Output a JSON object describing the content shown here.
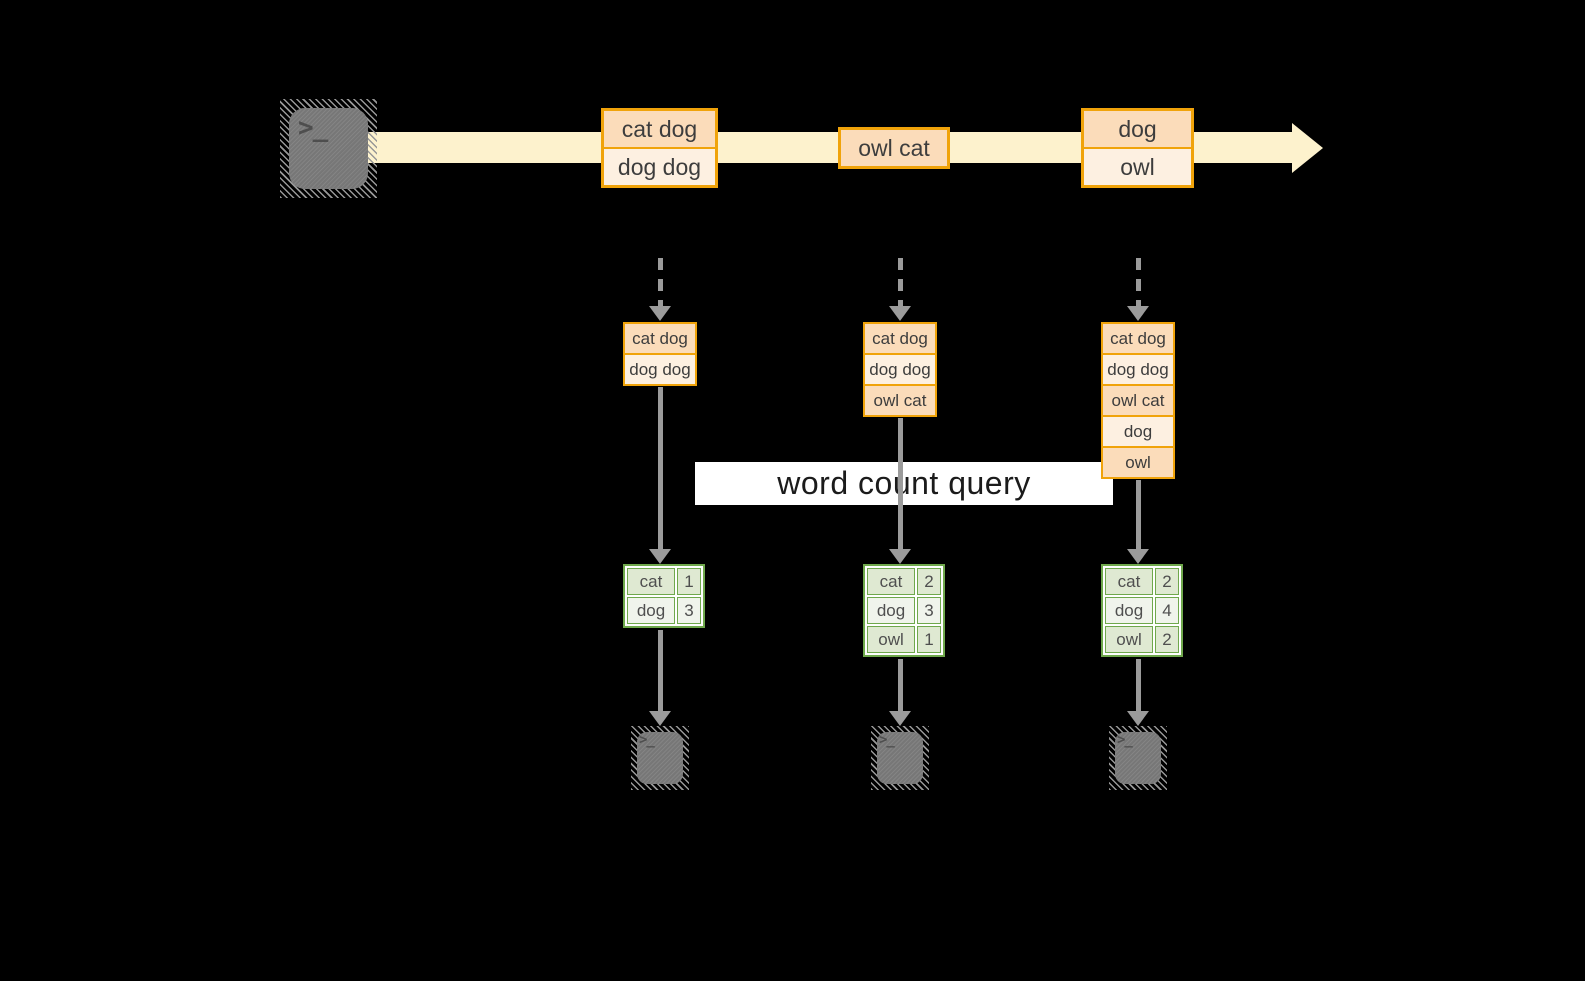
{
  "diagram": {
    "query_label": "word count query",
    "stream": {
      "glyph": ">_",
      "batches": [
        {
          "lines": [
            "cat dog",
            "dog dog"
          ]
        },
        {
          "lines": [
            "owl cat"
          ]
        },
        {
          "lines": [
            "dog",
            "owl"
          ]
        }
      ]
    },
    "columns": [
      {
        "state_rows": [
          "cat dog",
          "dog dog"
        ],
        "result": [
          {
            "word": "cat",
            "count": "1"
          },
          {
            "word": "dog",
            "count": "3"
          }
        ]
      },
      {
        "state_rows": [
          "cat dog",
          "dog dog",
          "owl cat"
        ],
        "result": [
          {
            "word": "cat",
            "count": "2"
          },
          {
            "word": "dog",
            "count": "3"
          },
          {
            "word": "owl",
            "count": "1"
          }
        ]
      },
      {
        "state_rows": [
          "cat dog",
          "dog dog",
          "owl cat",
          "dog",
          "owl"
        ],
        "result": [
          {
            "word": "cat",
            "count": "2"
          },
          {
            "word": "dog",
            "count": "4"
          },
          {
            "word": "owl",
            "count": "2"
          }
        ]
      }
    ],
    "colors": {
      "background": "#000000",
      "stream_band": "#fdf2cd",
      "box_border": "#f0a30a",
      "box_fill_dark": "#fbdcba",
      "box_fill_light": "#fdf0e1",
      "table_border": "#6fa84c",
      "table_fill_dark": "#dfe9d2",
      "table_fill_light": "#f0f4ec",
      "arrow_gray": "#9b9b9b",
      "terminal_gray": "#7d7d7d",
      "label_bg": "#ffffff"
    }
  }
}
